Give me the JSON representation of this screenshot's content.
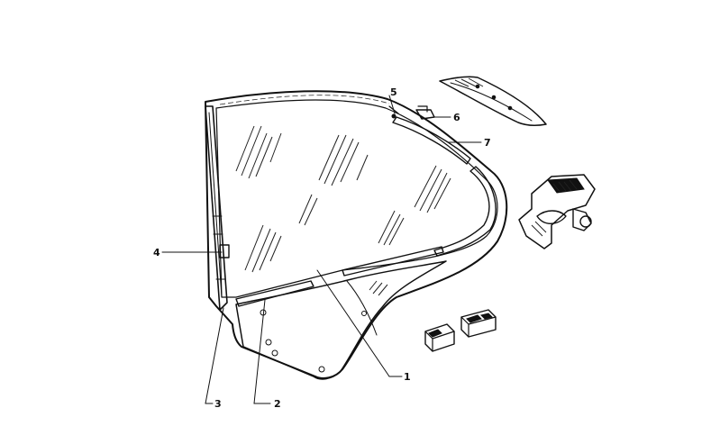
{
  "callouts": {
    "c1": "1",
    "c2": "2",
    "c3": "3",
    "c4": "4",
    "c5": "5",
    "c6": "6",
    "c7": "7"
  },
  "parts": [
    {
      "id": "1",
      "name": "rear-quarter-glass"
    },
    {
      "id": "2",
      "name": "lower-glass-channel"
    },
    {
      "id": "3",
      "name": "front-vertical-seal"
    },
    {
      "id": "4",
      "name": "seal-clip"
    },
    {
      "id": "5",
      "name": "upper-frame-seal"
    },
    {
      "id": "6",
      "name": "clip"
    },
    {
      "id": "7",
      "name": "upper-channel-strip"
    }
  ]
}
